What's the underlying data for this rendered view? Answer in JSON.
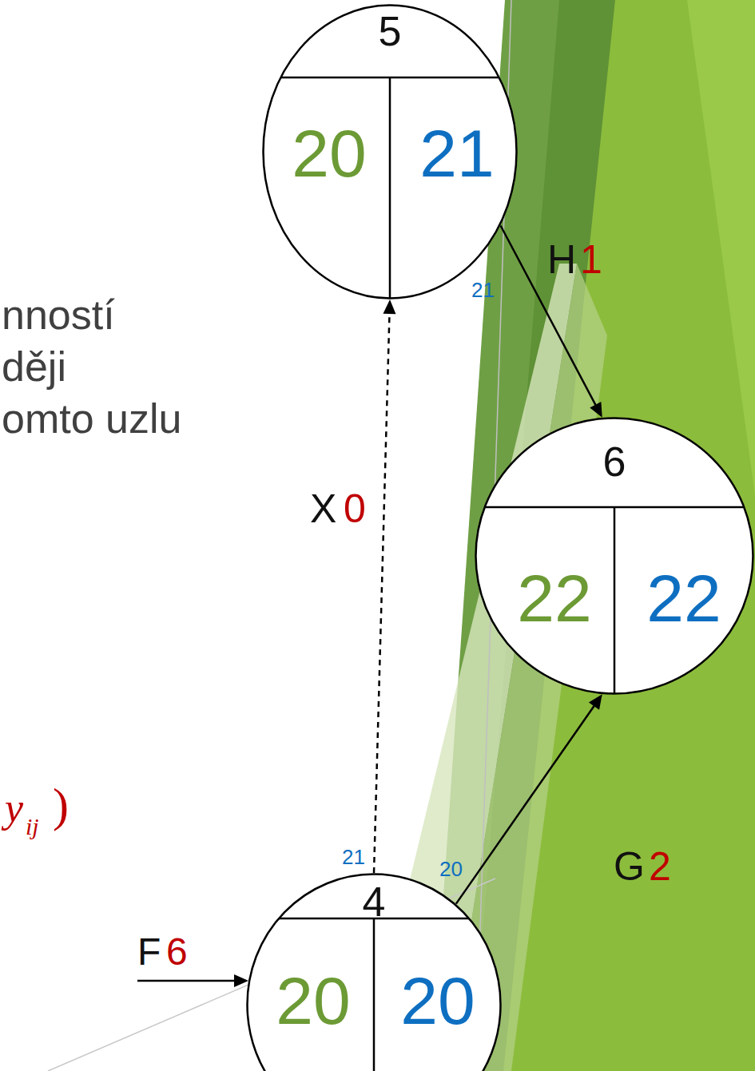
{
  "diagram": {
    "nodes": [
      {
        "text": [
          "5",
          "20",
          "21"
        ]
      },
      {
        "text": [
          "6",
          "22",
          "22"
        ]
      },
      {
        "text": [
          "4",
          "20",
          "20"
        ]
      }
    ],
    "edges": [
      {
        "from": 0,
        "to": 1,
        "label": "H",
        "arrow": "to"
      },
      {
        "from": 2,
        "to": 0,
        "label": "X",
        "arrow": "to"
      },
      {
        "from": 2,
        "to": 1,
        "label": "G",
        "arrow": "to"
      }
    ],
    "labels": [
      "nností",
      "ději",
      "omto uzlu",
      "1",
      "21",
      "0",
      "y",
      "ij",
      ")",
      "21",
      "20",
      "2",
      "F",
      "6"
    ]
  }
}
